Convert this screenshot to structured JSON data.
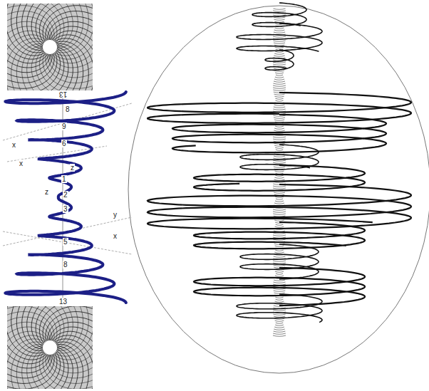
{
  "diagram": {
    "labels": [
      "13",
      "8",
      "9",
      "6",
      "x",
      "x",
      "z",
      "1",
      "z",
      "2",
      "3",
      "y",
      "x",
      "5",
      "8",
      "13"
    ]
  }
}
